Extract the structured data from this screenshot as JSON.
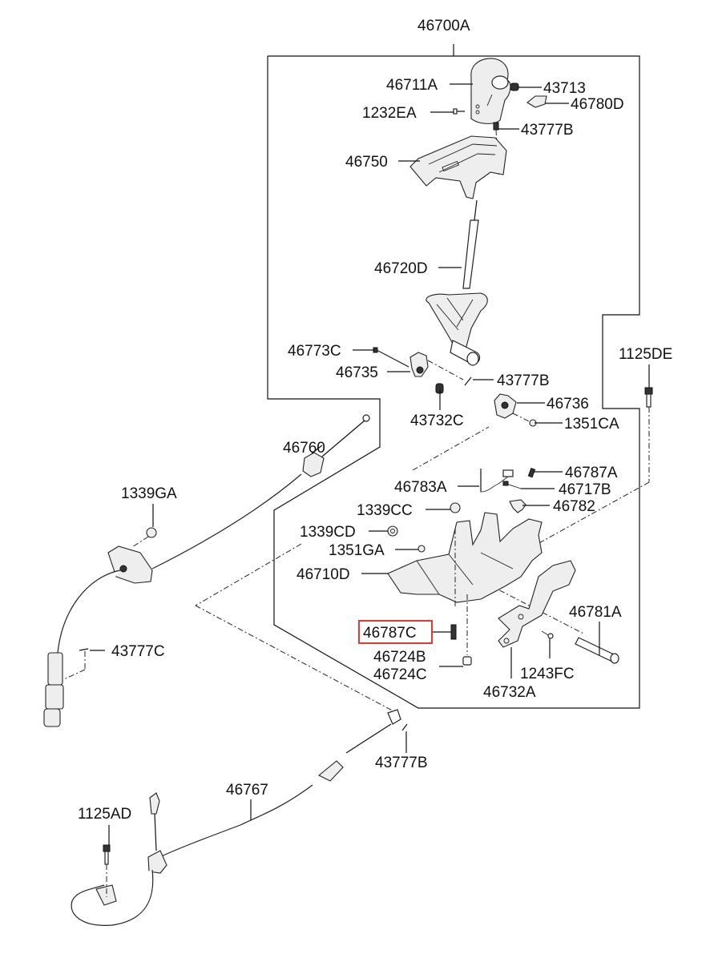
{
  "diagram": {
    "title": "Automatic transmission shift lever & cable assembly",
    "assembly_label": "46700A",
    "highlight_color": "#e53935",
    "highlighted_part": "46787C",
    "labels": {
      "p46700A": "46700A",
      "p46711A": "46711A",
      "p43713": "43713",
      "p1232EA": "1232EA",
      "p46780D": "46780D",
      "p43777B_top": "43777B",
      "p46750": "46750",
      "p46720D": "46720D",
      "p46773C": "46773C",
      "p46735": "46735",
      "p43777B_mid": "43777B",
      "p1125DE": "1125DE",
      "p43732C": "43732C",
      "p46736": "46736",
      "p1351CA": "1351CA",
      "p46760": "46760",
      "p46787A": "46787A",
      "p46783A": "46783A",
      "p46717B": "46717B",
      "p1339GA": "1339GA",
      "p1339CC": "1339CC",
      "p46782": "46782",
      "p1339CD": "1339CD",
      "p1351GA": "1351GA",
      "p46710D": "46710D",
      "p46781A": "46781A",
      "p46787C": "46787C",
      "p43777C": "43777C",
      "p46724B": "46724B",
      "p46724C": "46724C",
      "p1243FC": "1243FC",
      "p46732A": "46732A",
      "p43777B_bot": "43777B",
      "p46767": "46767",
      "p1125AD": "1125AD"
    }
  }
}
